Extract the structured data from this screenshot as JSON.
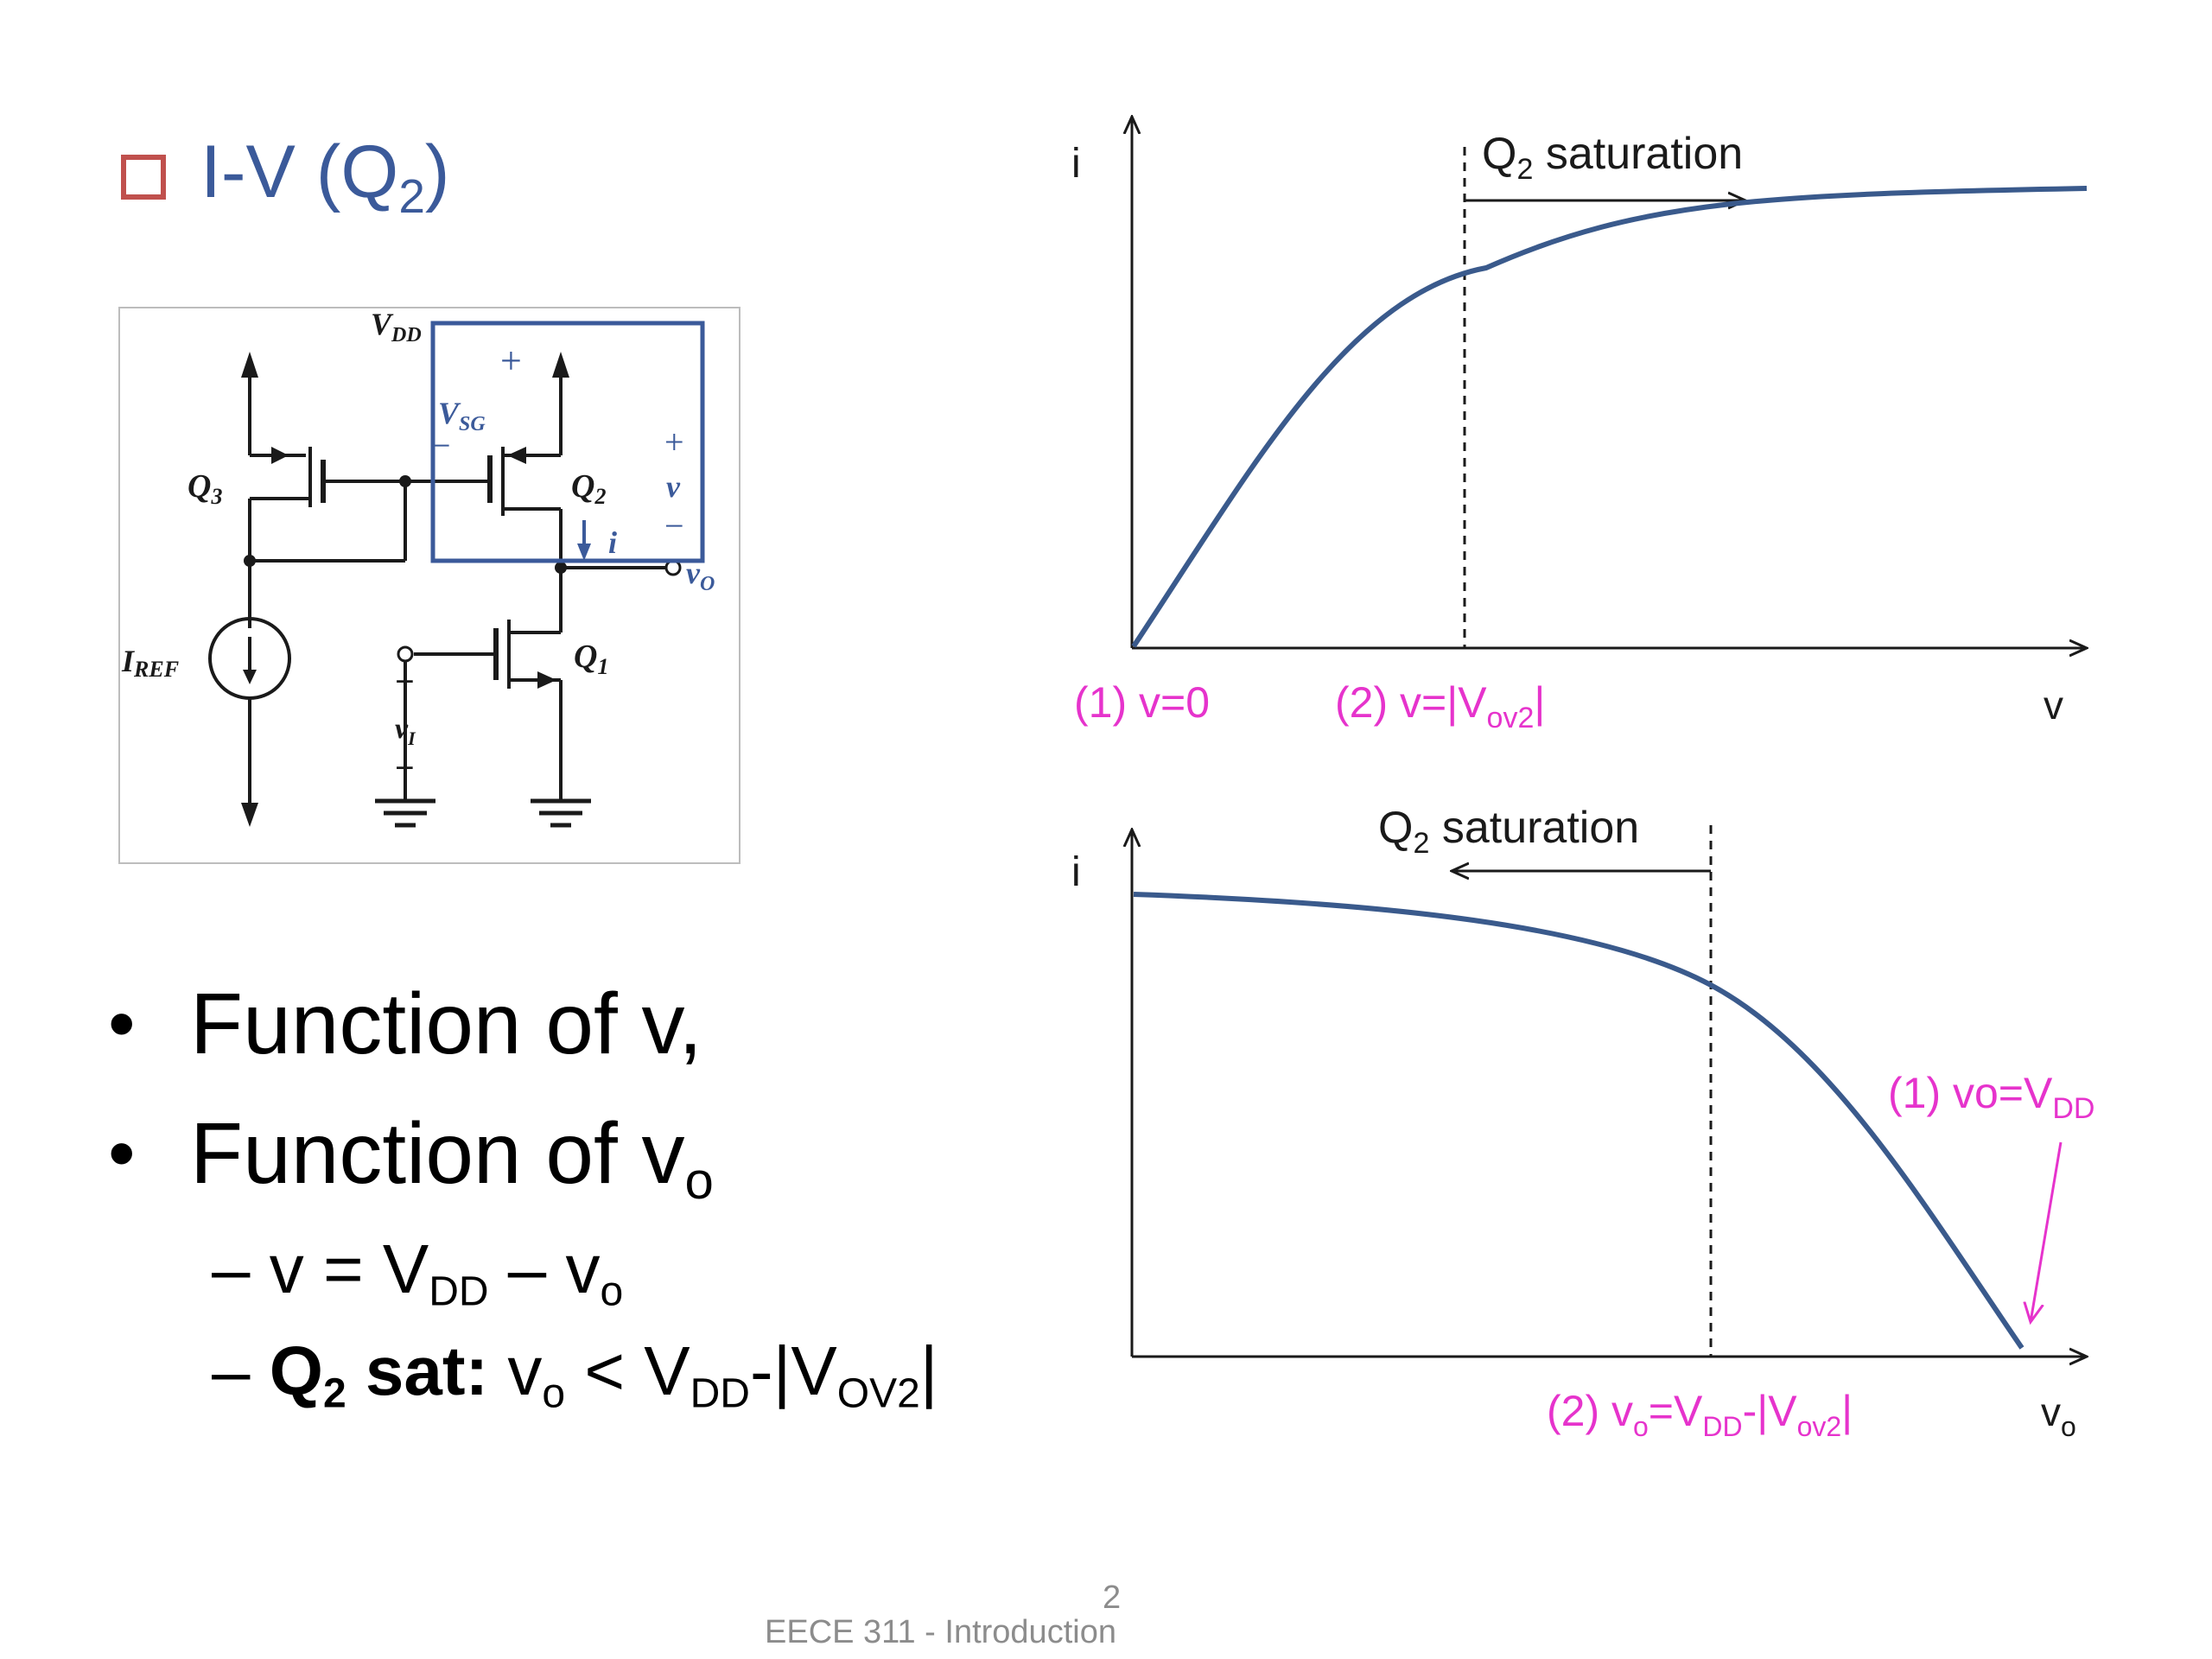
{
  "title": {
    "main": "I-V (Q",
    "sub": "2",
    "close": ")"
  },
  "circuit": {
    "vdd": "V",
    "vdd_sub": "DD",
    "vsg": "V",
    "vsg_sub": "SG",
    "plus": "+",
    "minus": "−",
    "v": "v",
    "i": "i",
    "vo": "v",
    "vo_sub": "O",
    "q1": "Q",
    "q1_sub": "1",
    "q2": "Q",
    "q2_sub": "2",
    "q3": "Q",
    "q3_sub": "3",
    "iref": "I",
    "iref_sub": "REF",
    "vi": "v",
    "vi_sub": "I"
  },
  "bullets": {
    "b1": "Function of v,",
    "b2_text": "Function of v",
    "b2_sub": "o",
    "s1_a": "– v = V",
    "s1_sub1": "DD",
    "s1_b": " – v",
    "s1_sub2": "o",
    "s2_dash": "– ",
    "s2_bold": "Q",
    "s2_bold_sub": "2",
    "s2_bold_end": " sat:",
    "s2_a": " v",
    "s2_sub1": "o",
    "s2_b": " < V",
    "s2_sub2": "DD",
    "s2_c": "-|V",
    "s2_sub3": "OV2",
    "s2_d": "|"
  },
  "plot1": {
    "y_label": "i",
    "x_label": "v",
    "sat_label": "Q",
    "sat_sub": "2",
    "sat_end": " saturation",
    "mark1": "(1) v=0",
    "mark2_a": "(2) v=|V",
    "mark2_sub": "ov2",
    "mark2_b": "|"
  },
  "plot2": {
    "y_label": "i",
    "x_label": "v",
    "x_label_sub": "o",
    "sat_label": "Q",
    "sat_sub": "2",
    "sat_end": " saturation",
    "mark1_a": "(1) vo=V",
    "mark1_sub": "DD",
    "mark2_a": "(2) v",
    "mark2_sub1": "o",
    "mark2_b": "=V",
    "mark2_sub2": "DD",
    "mark2_c": "-|V",
    "mark2_sub3": "ov2",
    "mark2_d": "|"
  },
  "footer": {
    "page": "2",
    "course": "EECE 311 - Introduction"
  },
  "colors": {
    "title": "#3b5a9a",
    "box": "#c0504d",
    "curve": "#3a5a8c",
    "magenta": "#e633cc",
    "highlight": "#3b5a9a"
  }
}
